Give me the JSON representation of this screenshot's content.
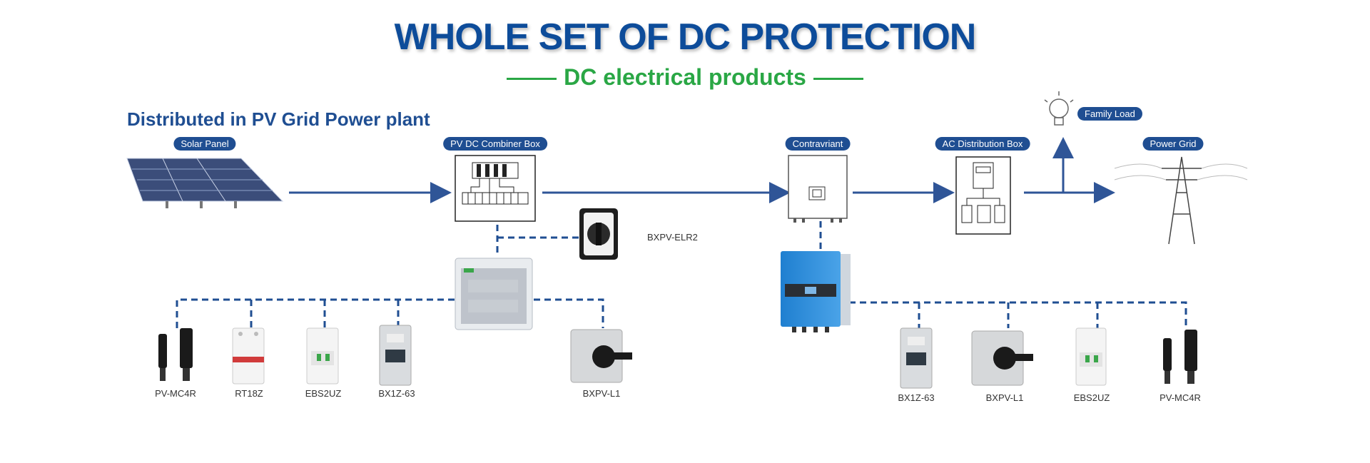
{
  "header": {
    "title": "WHOLE SET OF DC PROTECTION",
    "subtitle": "DC electrical products",
    "section_title": "Distributed in PV Grid Power plant"
  },
  "stages": {
    "solar_panel": "Solar Panel",
    "combiner_box": "PV DC Combiner Box",
    "inverter": "Contravriant",
    "ac_box": "AC Distribution Box",
    "family_load": "Family Load",
    "power_grid": "Power Grid"
  },
  "products": {
    "switch_top": "BXPV-ELR2",
    "left": [
      "PV-MC4R",
      "RT18Z",
      "EBS2UZ",
      "BX1Z-63",
      "BXPV-L1"
    ],
    "right": [
      "BX1Z-63",
      "BXPV-L1",
      "EBS2UZ",
      "PV-MC4R"
    ]
  },
  "colors": {
    "title": "#0d4c9a",
    "subtitle": "#2aa745",
    "pill": "#1f4e92",
    "line": "#2f5597"
  }
}
